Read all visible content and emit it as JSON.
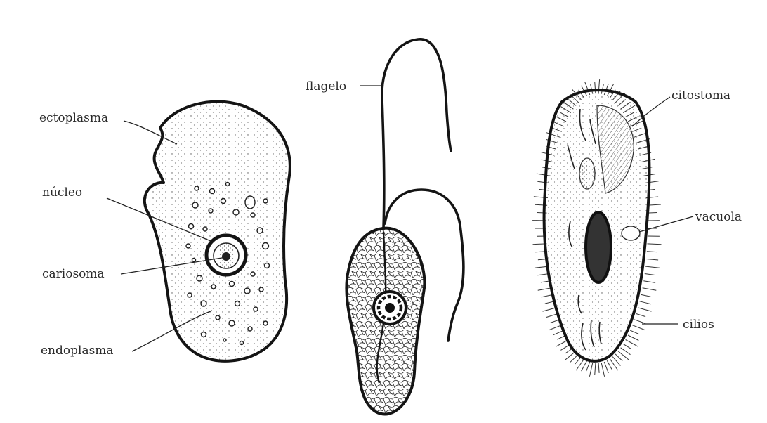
{
  "labels": {
    "ectoplasma": "ectoplasma",
    "nucleo": "núcleo",
    "cariosoma": "cariosoma",
    "endoplasma": "endoplasma",
    "flagelo": "flagelo",
    "citostoma": "citostoma",
    "vacuola": "vacuola",
    "cilios": "cilios"
  },
  "colors": {
    "ink": "#141414",
    "label_text": "#2a2a2a",
    "background": "#ffffff",
    "divider": "#e0e0e0"
  }
}
